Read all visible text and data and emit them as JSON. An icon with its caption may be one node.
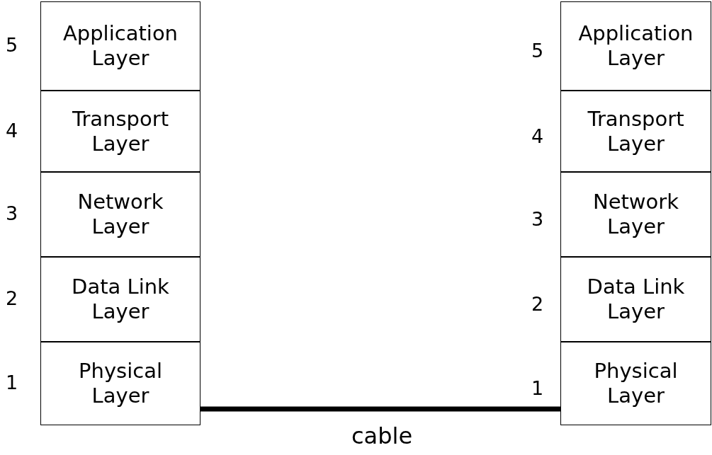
{
  "diagram": {
    "nodes": [
      {
        "text": [
          "Application Layer"
        ],
        "beside": [
          "5"
        ]
      },
      {
        "text": [
          "Transport Layer"
        ],
        "beside": [
          "4"
        ]
      },
      {
        "text": [
          "Network Layer"
        ],
        "beside": [
          "3"
        ]
      },
      {
        "text": [
          "Data Link Layer"
        ],
        "beside": [
          "2"
        ]
      },
      {
        "text": [
          "Physical Layer"
        ],
        "beside": [
          "1"
        ]
      },
      {
        "text": [
          "Application Layer"
        ],
        "beside": [
          "5"
        ]
      },
      {
        "text": [
          "Transport Layer"
        ],
        "beside": [
          "4"
        ]
      },
      {
        "text": [
          "Network Layer"
        ],
        "beside": [
          "3"
        ]
      },
      {
        "text": [
          "Data Link Layer"
        ],
        "beside": [
          "2"
        ]
      },
      {
        "text": [
          "Physical Layer"
        ],
        "beside": [
          "1"
        ]
      }
    ],
    "edges": [
      {
        "from": 4,
        "to": 9,
        "arrow": "none",
        "label": "cable"
      }
    ]
  }
}
